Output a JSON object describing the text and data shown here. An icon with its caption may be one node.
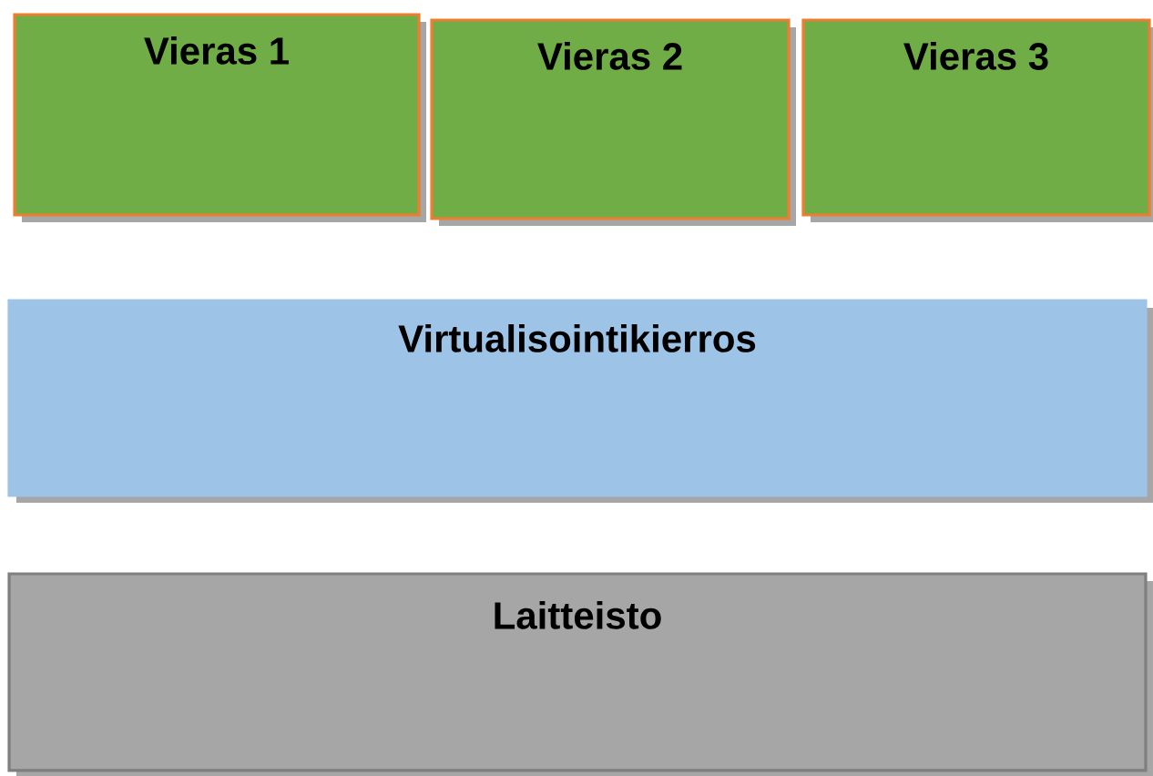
{
  "diagram": {
    "nodes": [
      {
        "text": [
          "Vieras 1"
        ]
      },
      {
        "text": [
          "Vieras 2"
        ]
      },
      {
        "text": [
          "Vieras 3"
        ]
      },
      {
        "text": [
          "Virtualisointikierros"
        ]
      },
      {
        "text": [
          "Laitteisto"
        ]
      }
    ]
  }
}
